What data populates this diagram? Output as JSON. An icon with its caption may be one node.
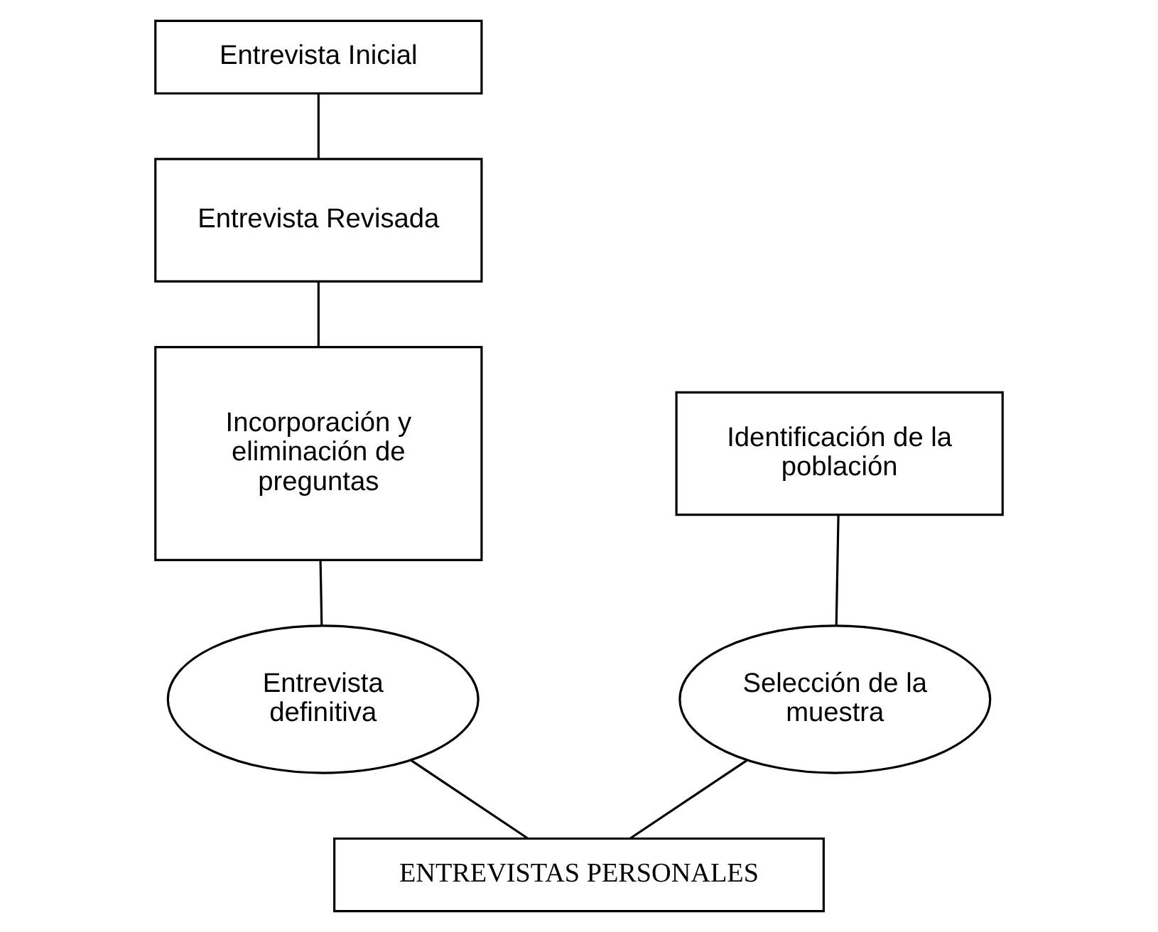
{
  "diagram": {
    "nodes": [
      {
        "text": [
          "Entrevista Inicial"
        ]
      },
      {
        "text": [
          "Entrevista Revisada"
        ]
      },
      {
        "text": [
          "Incorporación y eliminación de preguntas"
        ]
      },
      {
        "text": [
          "Identificación de la población"
        ]
      },
      {
        "text": [
          "Entrevista definitiva"
        ]
      },
      {
        "text": [
          "Selección de la muestra"
        ]
      },
      {
        "text": [
          "ENTREVISTAS PERSONALES"
        ]
      }
    ],
    "edges": [
      {
        "from": 0,
        "to": 1,
        "arrow": "none"
      },
      {
        "from": 1,
        "to": 2,
        "arrow": "none"
      },
      {
        "from": 2,
        "to": 4,
        "arrow": "none"
      },
      {
        "from": 3,
        "to": 5,
        "arrow": "none"
      },
      {
        "from": 4,
        "to": 6,
        "arrow": "none"
      },
      {
        "from": 5,
        "to": 6,
        "arrow": "none"
      }
    ]
  }
}
